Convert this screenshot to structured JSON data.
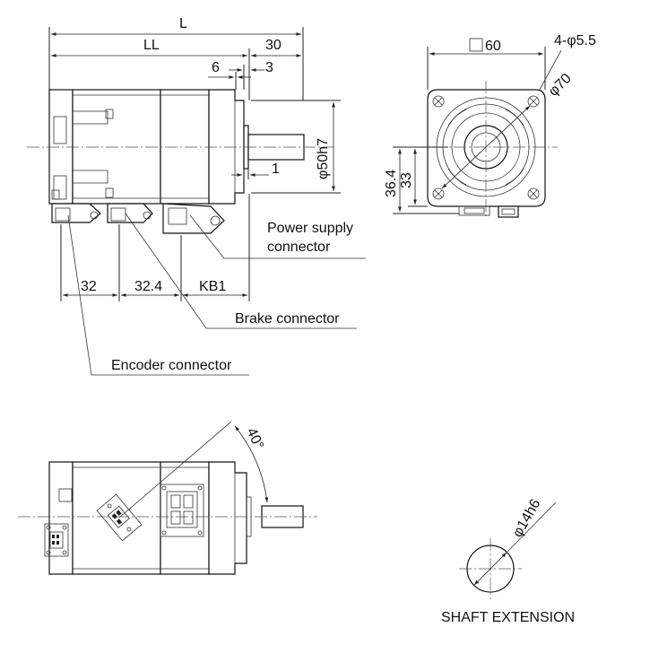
{
  "labels": {
    "dim_L": "L",
    "dim_LL": "LL",
    "dim_30": "30",
    "dim_6": "6",
    "dim_3": "3",
    "dim_1": "1",
    "dim_shaft_fit": "φ50h7",
    "dim_square": "60",
    "dim_holes": "4-φ5.5",
    "dim_pcd": "φ70",
    "dim_36_4": "36.4",
    "dim_33": "33",
    "dim_32": "32",
    "dim_32_4": "32.4",
    "dim_KB1": "KB1",
    "power_connector_line1": "Power supply",
    "power_connector_line2": "connector",
    "brake_connector": "Brake connector",
    "encoder_connector": "Encoder connector",
    "angle_40": "40°",
    "shaft_diameter": "φ14h6",
    "shaft_extension": "SHAFT EXTENSION"
  }
}
